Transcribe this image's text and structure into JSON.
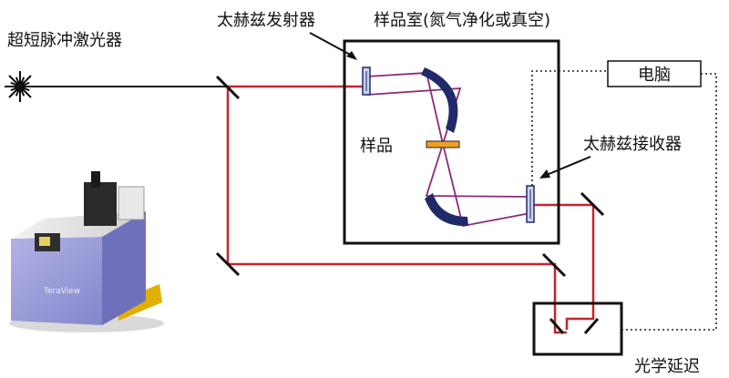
{
  "labels": {
    "laser": "超短脉冲激光器",
    "emitter": "太赫兹发射器",
    "chamber": "样品室(氮气净化或真空)",
    "sample": "样品",
    "computer": "电脑",
    "receiver": "太赫兹接收器",
    "delay": "光学延迟",
    "device_brand": "TeraView"
  },
  "colors": {
    "laser_path": "#c0272d",
    "thz_path": "#8b2a7a",
    "mirror": "#1f2a6b",
    "sample_fill": "#f0a020",
    "detector_fill": "#c9d3ea",
    "device_body": "#8e8fd2"
  }
}
